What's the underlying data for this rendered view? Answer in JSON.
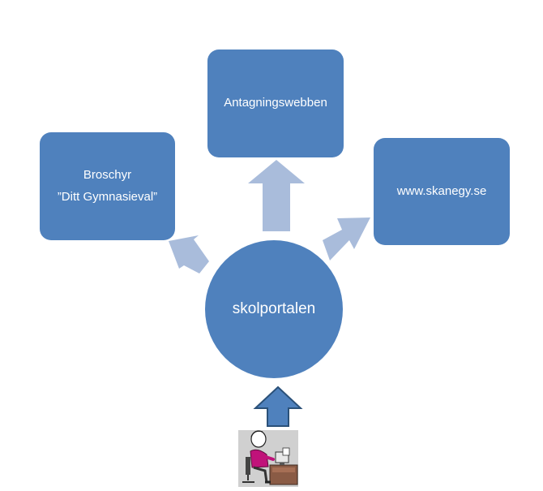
{
  "diagram": {
    "center_label": "skolportalen",
    "top_box": {
      "label": "Antagningswebben"
    },
    "left_box": {
      "line1": "Broschyr",
      "line2": "”Ditt Gymnasieval”"
    },
    "right_box": {
      "label": "www.skanegy.se"
    }
  },
  "colors": {
    "node_fill": "#4f81bd",
    "light_arrow": "#a9bcdb",
    "dark_arrow_fill": "#4f81bd",
    "dark_arrow_stroke": "#2b5179",
    "text": "#ffffff"
  },
  "illustration": {
    "icon": "person-at-computer-icon"
  }
}
